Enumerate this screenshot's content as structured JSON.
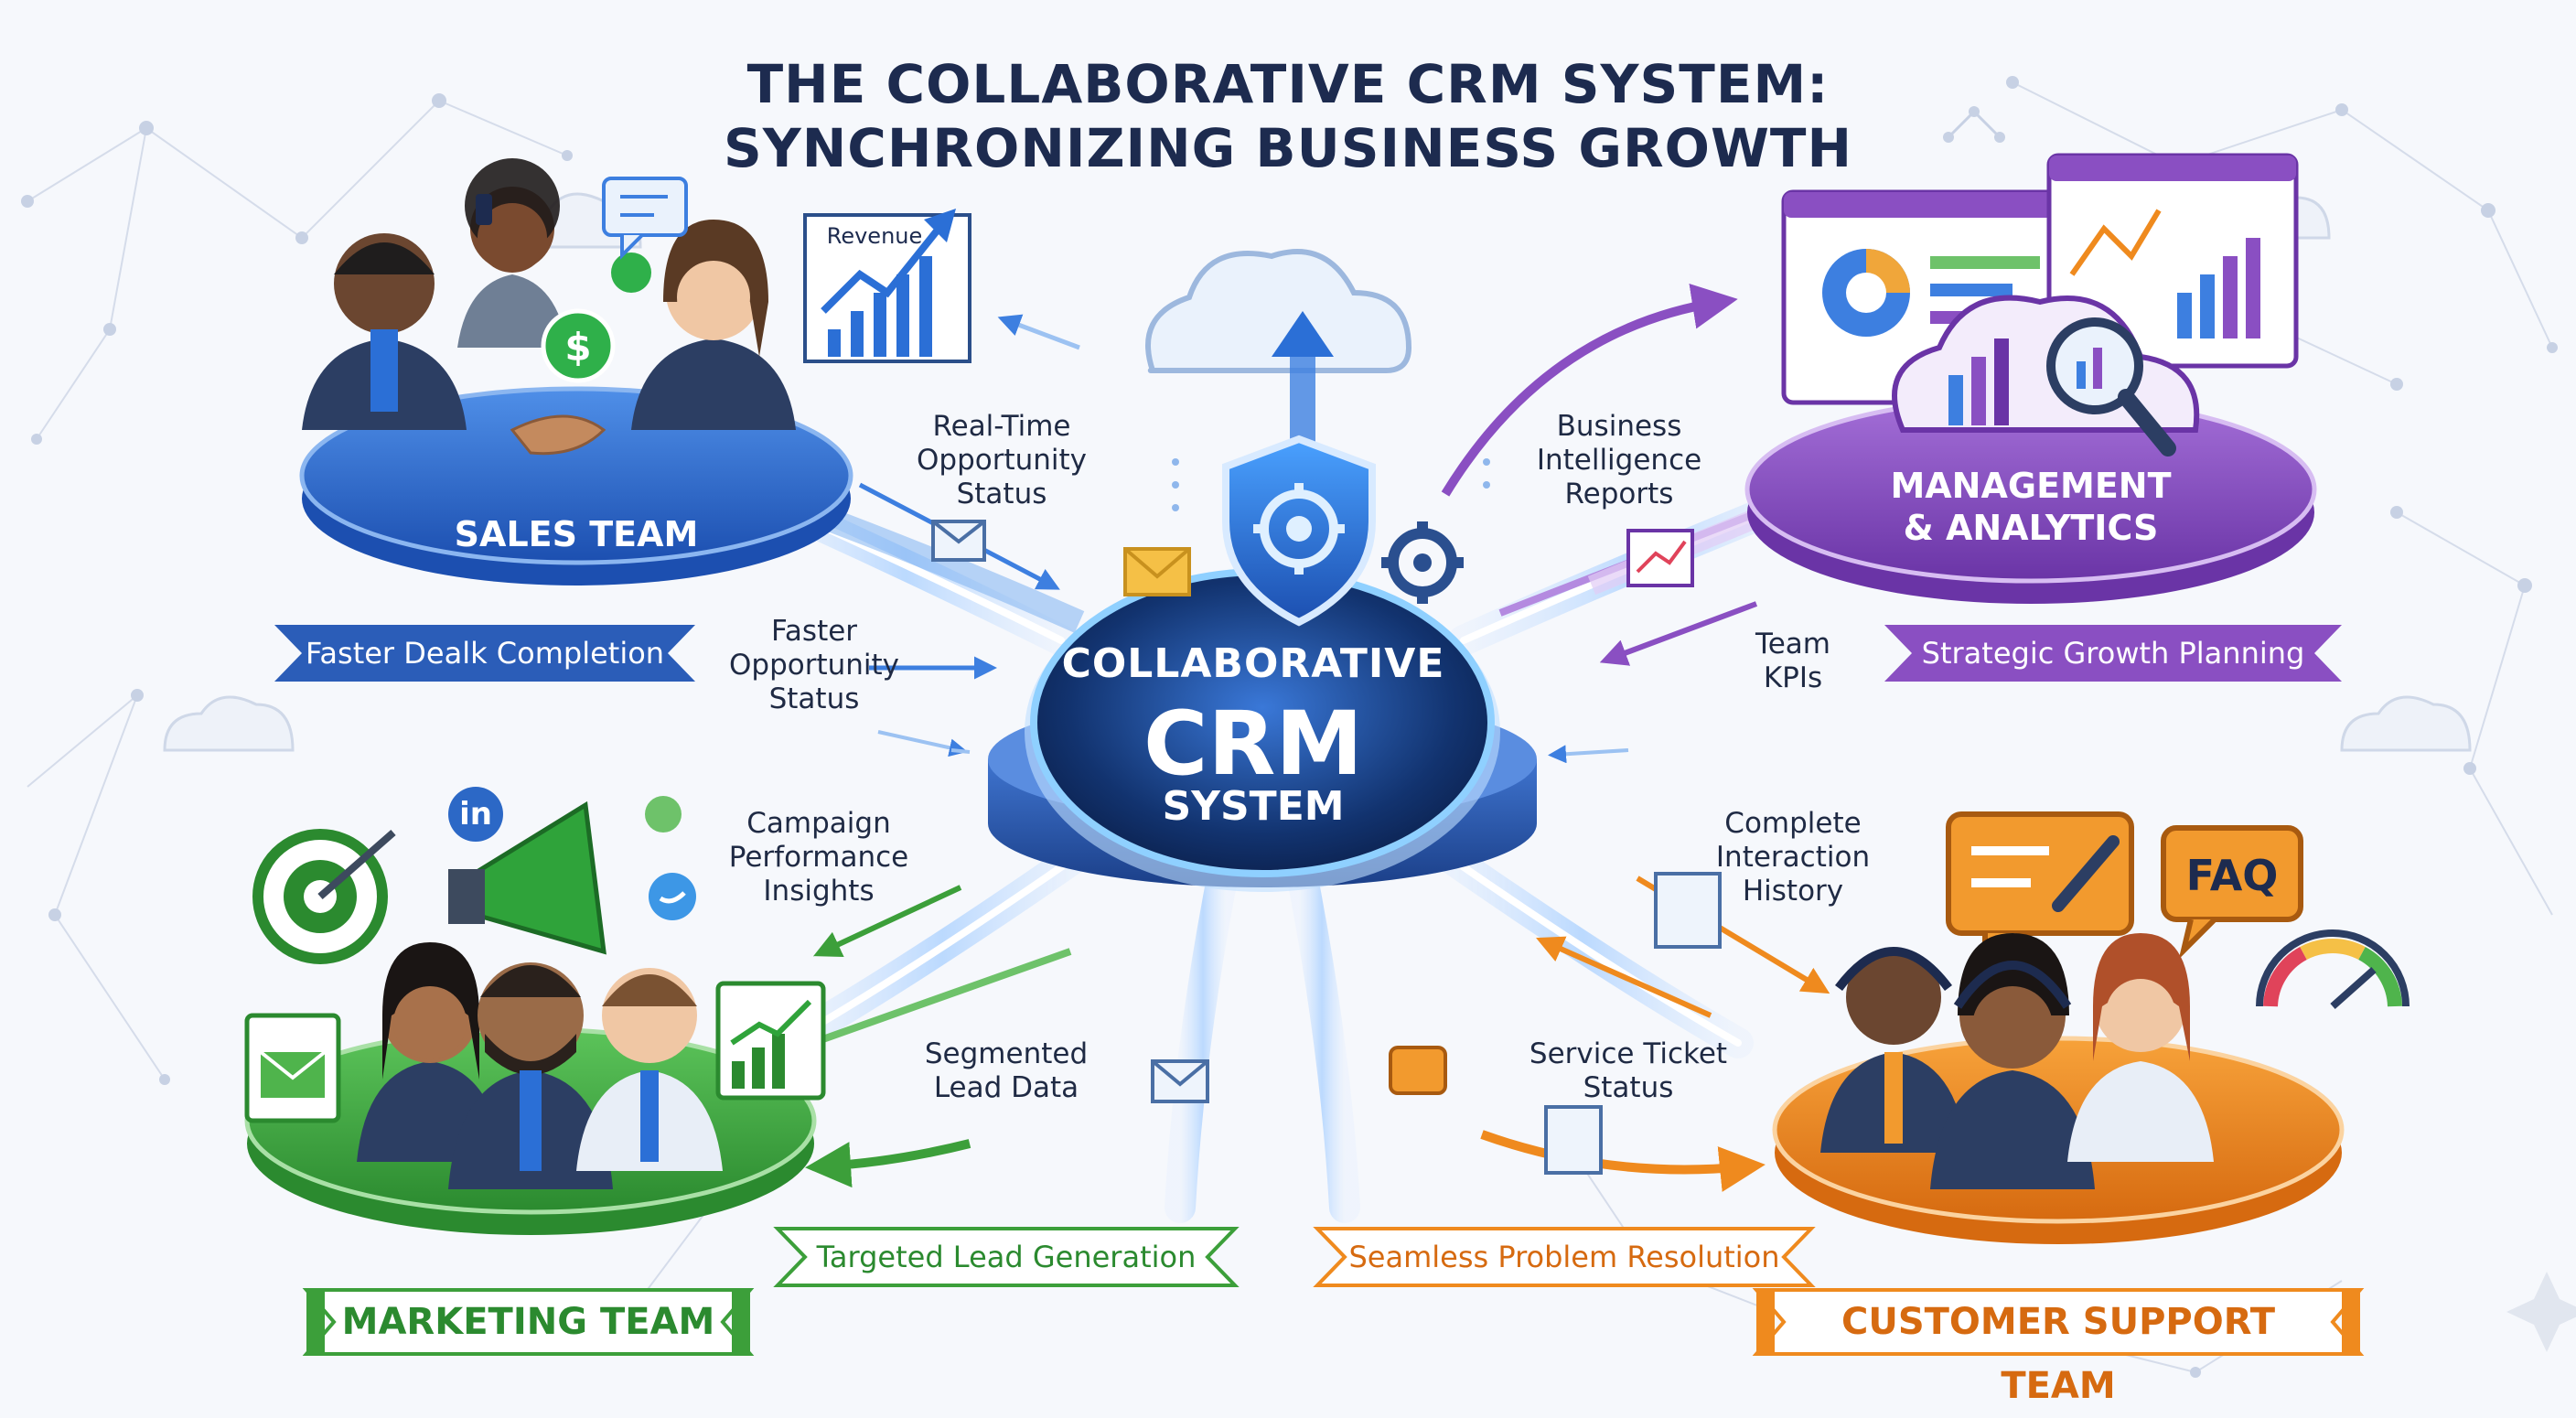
{
  "title": {
    "line1": "THE COLLABORATIVE CRM SYSTEM:",
    "line2": "SYNCHRONIZING BUSINESS GROWTH"
  },
  "hub": {
    "line1": "COLLABORATIVE",
    "line2": "CRM",
    "line3": "SYSTEM"
  },
  "teams": {
    "sales": {
      "name": "SALES TEAM",
      "benefit": "Faster Dealk Completion",
      "chart_label": "Revenue",
      "icon_symbol": "$"
    },
    "management": {
      "name_line1": "MANAGEMENT",
      "name_line2": "& ANALYTICS",
      "benefit": "Strategic Growth Planning"
    },
    "marketing": {
      "name": "MARKETING TEAM",
      "benefit": "Targeted Lead Generation",
      "social": {
        "linkedin": "in"
      }
    },
    "support": {
      "name": "CUSTOMER SUPPORT TEAM",
      "benefit": "Seamless Problem Resolution",
      "faq": "FAQ"
    }
  },
  "flows": {
    "realtime": [
      "Real-Time",
      "Opportunity",
      "Status"
    ],
    "faster": [
      "Faster",
      "Opportunity",
      "Status"
    ],
    "bi_reports": [
      "Business",
      "Intelligence",
      "Reports"
    ],
    "team_kpis": [
      "Team",
      "KPIs"
    ],
    "campaign": [
      "Campaign",
      "Performance",
      "Insights"
    ],
    "segmented": [
      "Segmented",
      "Lead Data"
    ],
    "interaction": [
      "Complete",
      "Interaction",
      "History"
    ],
    "ticket": [
      "Service Ticket",
      "Status"
    ]
  },
  "colors": {
    "sales": "#2f6fd6",
    "management": "#8a4fc2",
    "marketing": "#3c9f3a",
    "support": "#ef8a1e",
    "navy": "#1d2b4f"
  }
}
